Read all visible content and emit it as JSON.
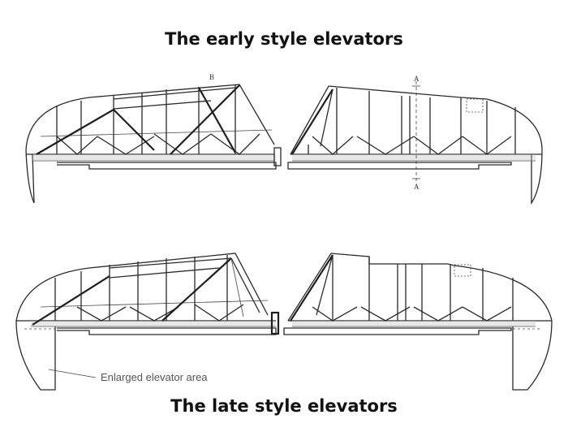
{
  "titles": {
    "top": "The early style elevators",
    "bottom": "The late style elevators"
  },
  "annotations": {
    "enlarged_area": "Enlarged elevator area",
    "marker_b": "B",
    "marker_a_top": "A",
    "marker_a_bottom": "A"
  }
}
